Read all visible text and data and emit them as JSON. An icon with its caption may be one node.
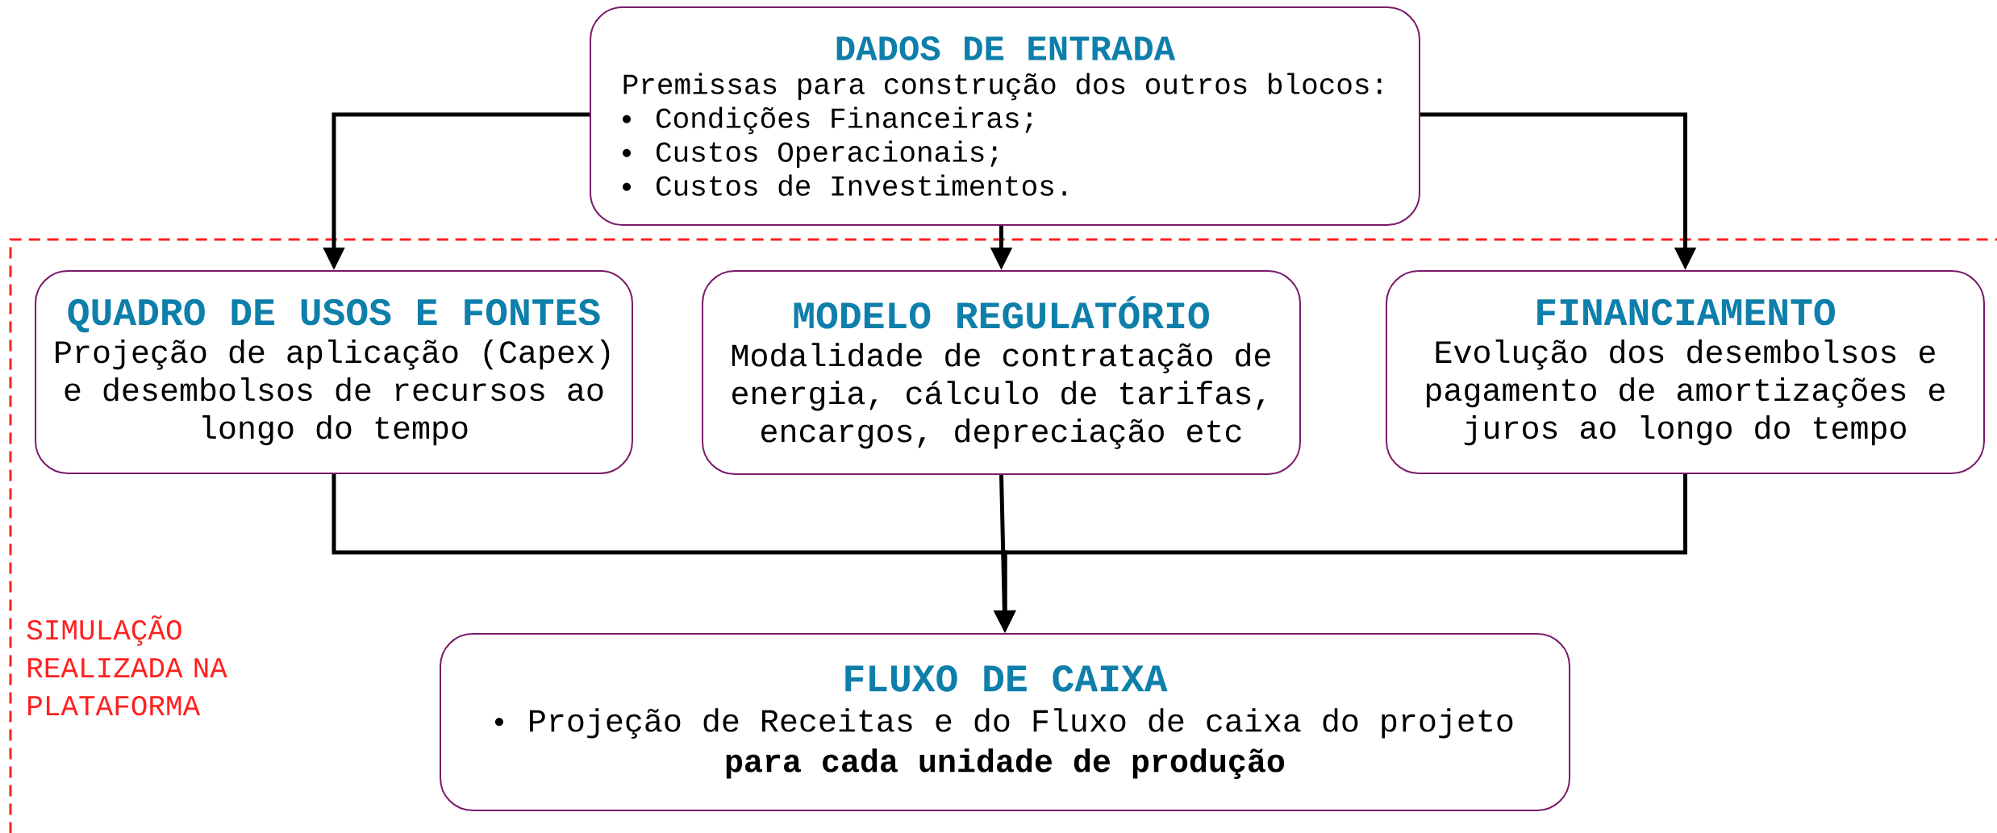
{
  "diagram": {
    "nodes": [
      {
        "text": [
          "DADOS DE ENTRADA",
          "Premissas para construção dos outros blocos:",
          "Condições Financeiras;",
          "Custos Operacionais;",
          "Custos de Investimentos."
        ]
      },
      {
        "text": [
          "SIMULAÇÃO REALIZADA NA PLATAFORMA"
        ]
      },
      {
        "text": [
          "QUADRO DE USOS E FONTES",
          "Projeção de aplicação (Capex) e desembolsos de recursos ao longo do tempo"
        ],
        "in": 1
      },
      {
        "text": [
          "MODELO REGULATÓRIO",
          "Modalidade de contratação de energia, cálculo de tarifas, encargos, depreciação etc"
        ],
        "in": 1
      },
      {
        "text": [
          "FINANCIAMENTO",
          "Evolução dos desembolsos e pagamento de amortizações e juros ao longo do tempo"
        ],
        "in": 1
      },
      {
        "text": [
          "FLUXO DE CAIXA",
          "Projeção de Receitas e do Fluxo de caixa do projeto **para cada unidade de produção**"
        ],
        "in": 1
      }
    ],
    "edges": [
      {
        "from": 0,
        "to": 2,
        "arrow": "to"
      },
      {
        "from": 0,
        "to": 3,
        "arrow": "to"
      },
      {
        "from": 0,
        "to": 4,
        "arrow": "to"
      },
      {
        "from": 2,
        "to": 5,
        "arrow": "to"
      },
      {
        "from": 3,
        "to": 5,
        "arrow": "to"
      },
      {
        "from": 4,
        "to": 5,
        "arrow": "to"
      }
    ]
  }
}
